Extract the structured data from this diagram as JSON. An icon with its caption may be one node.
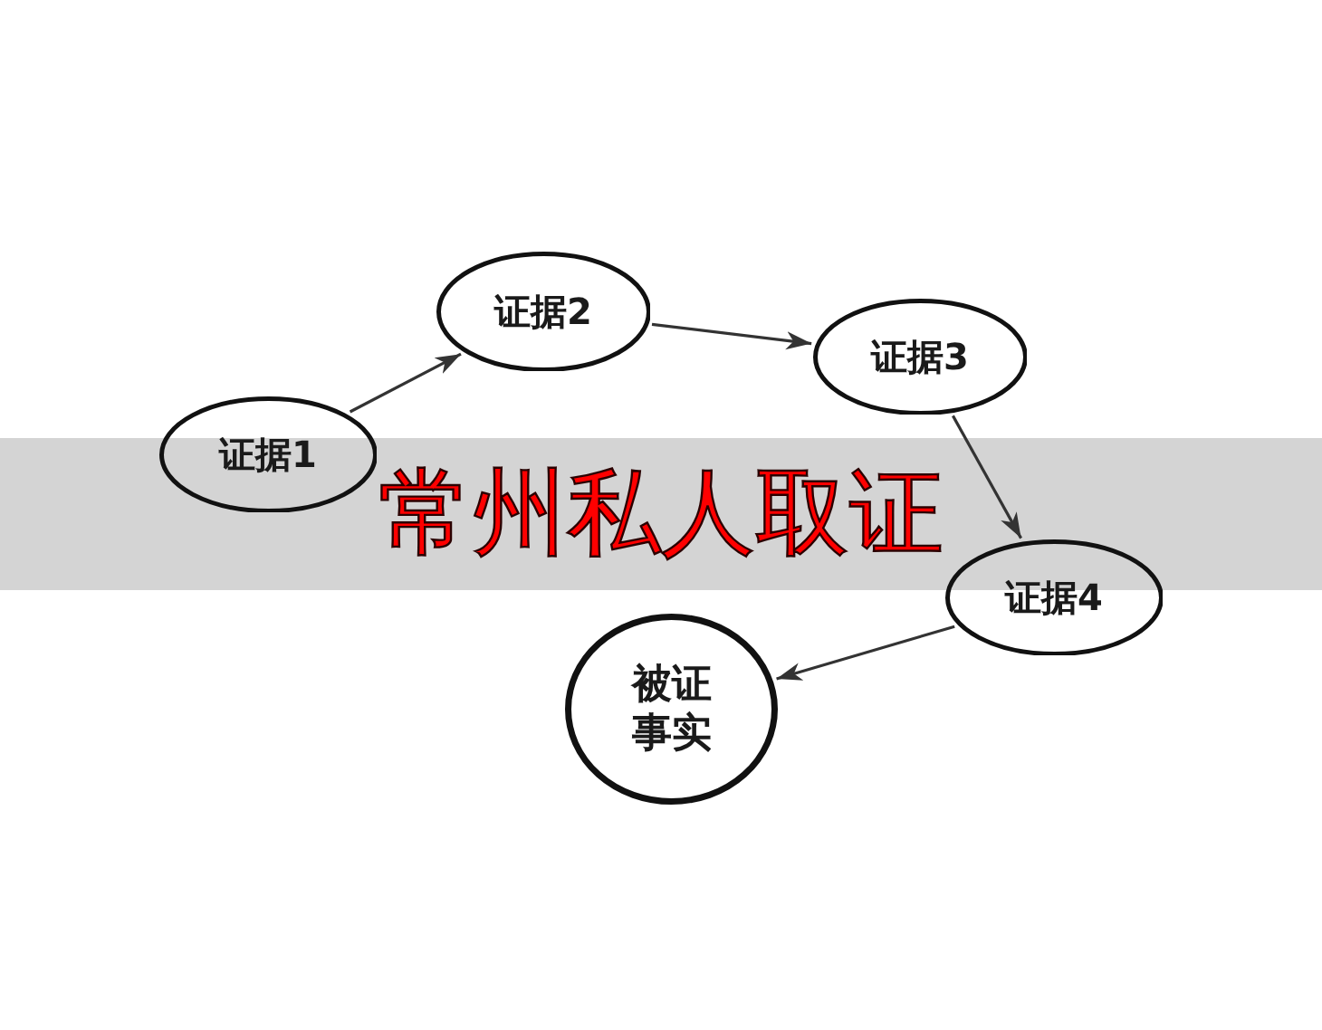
{
  "diagram": {
    "title": "常州私人取证",
    "nodes": [
      {
        "text": [
          "证据1"
        ]
      },
      {
        "text": [
          "证据2"
        ]
      },
      {
        "text": [
          "证据3"
        ]
      },
      {
        "text": [
          "证据4"
        ]
      },
      {
        "text": [
          "被证事实"
        ]
      }
    ],
    "edges": [
      {
        "from": 0,
        "to": 1,
        "arrow": "to"
      },
      {
        "from": 1,
        "to": 2,
        "arrow": "to"
      },
      {
        "from": 2,
        "to": 3,
        "arrow": "to"
      },
      {
        "from": 3,
        "to": 4,
        "arrow": "to"
      }
    ]
  }
}
